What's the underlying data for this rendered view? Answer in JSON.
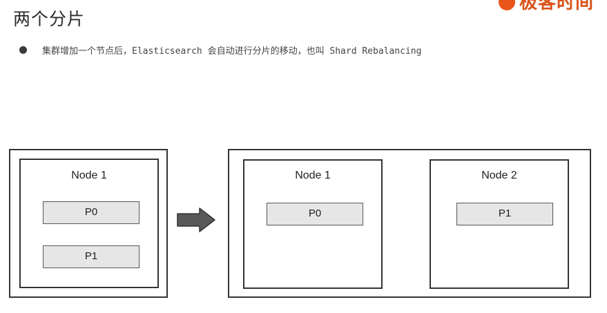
{
  "header": {
    "title": "两个分片",
    "logo_text": "极客时间",
    "logo_icon": "geektime-logo-icon",
    "brand_color": "#e8561a"
  },
  "bullet": {
    "text": "集群增加一个节点后，Elasticsearch 会自动进行分片的移动，也叫 Shard Rebalancing"
  },
  "diagram": {
    "arrow_icon": "right-arrow-icon",
    "before": {
      "node": {
        "label": "Node 1",
        "shards": [
          "P0",
          "P1"
        ]
      }
    },
    "after": {
      "nodes": [
        {
          "label": "Node 1",
          "shards": [
            "P0"
          ]
        },
        {
          "label": "Node 2",
          "shards": [
            "P1"
          ]
        }
      ]
    }
  }
}
